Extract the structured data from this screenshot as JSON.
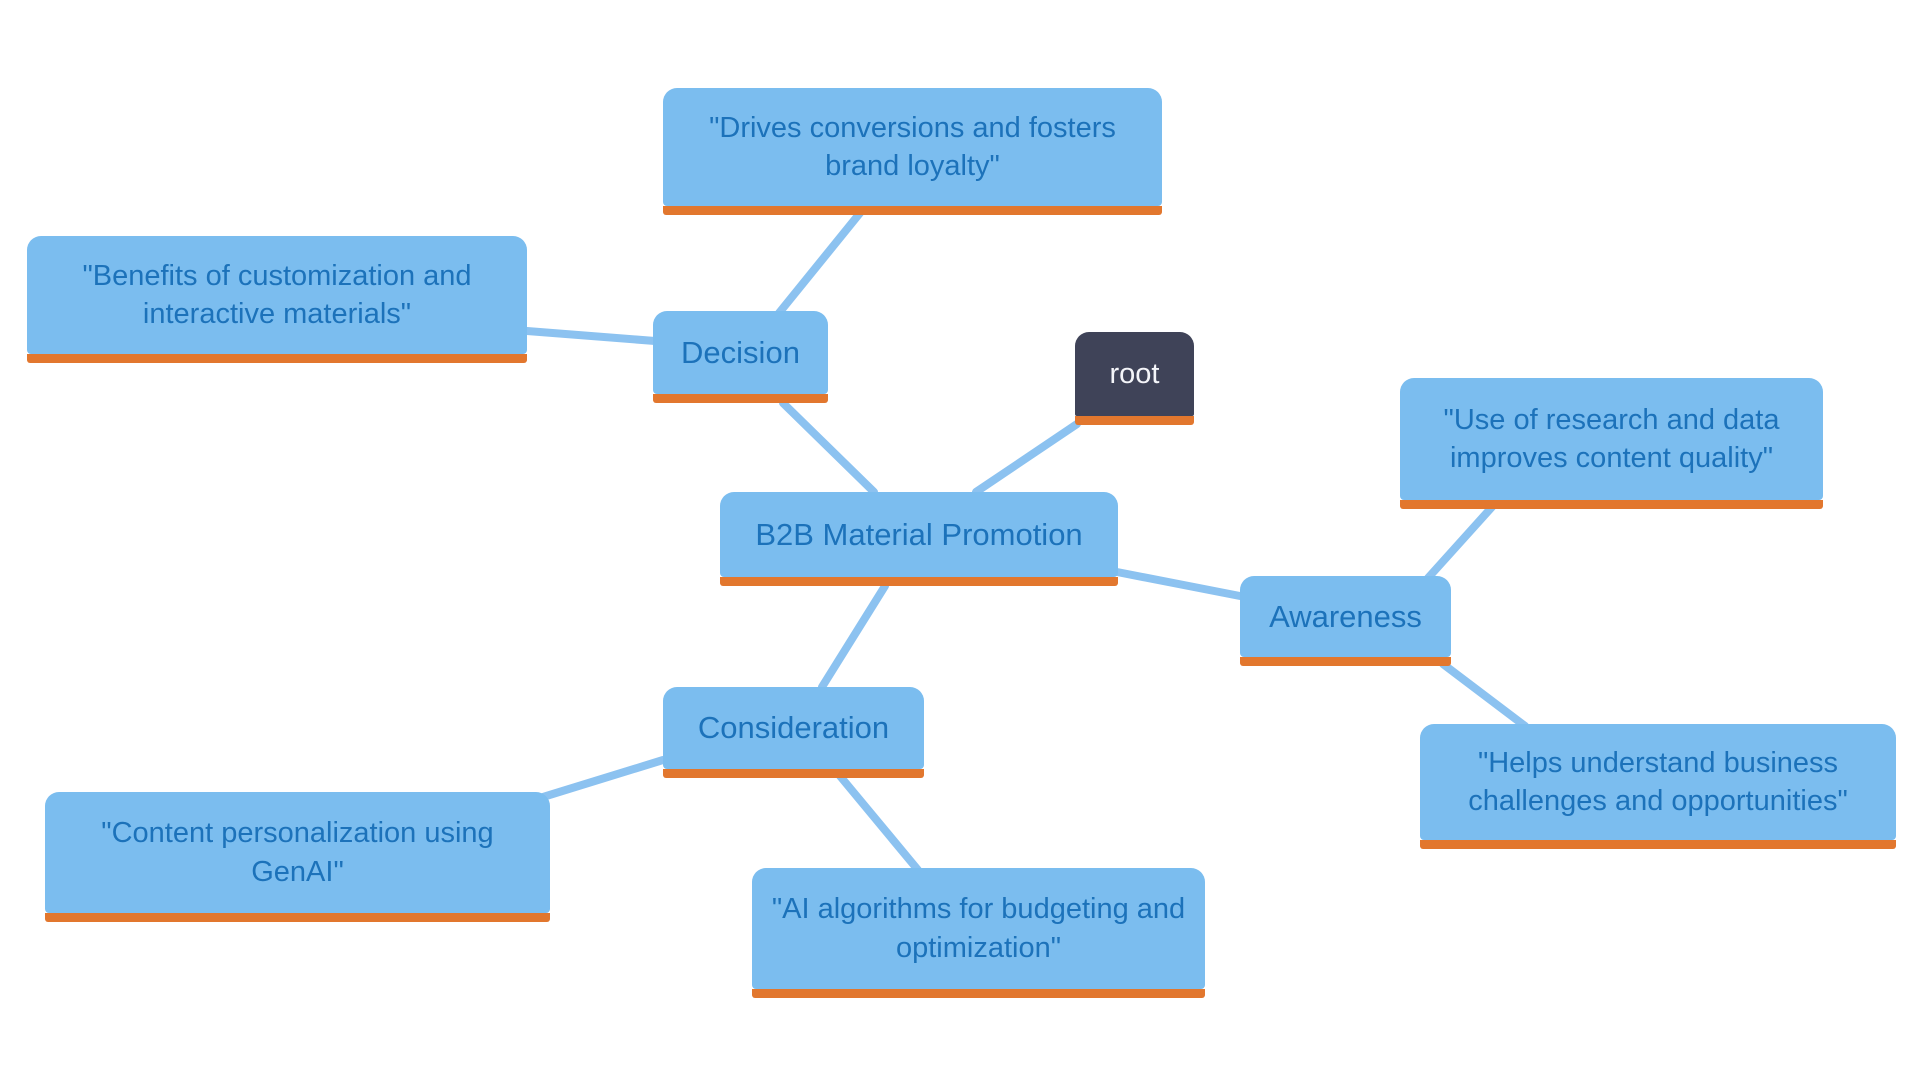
{
  "diagram": {
    "type": "mindmap",
    "background": "#ffffff",
    "colors": {
      "node_fill": "#7BBDEF",
      "node_text": "#1C72BA",
      "node_underline": "#E2772E",
      "root_fill": "#3F4358",
      "root_text": "#F4F5F9",
      "edge": "#8CC2F0"
    },
    "nodes": [
      {
        "id": "root",
        "label": "root",
        "type": "root"
      },
      {
        "id": "b2b",
        "label": "B2B Material Promotion",
        "type": "branch"
      },
      {
        "id": "decision",
        "label": "Decision",
        "type": "branch"
      },
      {
        "id": "awareness",
        "label": "Awareness",
        "type": "branch"
      },
      {
        "id": "consideration",
        "label": "Consideration",
        "type": "branch"
      },
      {
        "id": "drives",
        "label": "\"Drives conversions and fosters brand loyalty\"",
        "type": "leaf"
      },
      {
        "id": "benefits",
        "label": "\"Benefits of customization and interactive materials\"",
        "type": "leaf"
      },
      {
        "id": "research",
        "label": "\"Use of research and data improves content quality\"",
        "type": "leaf"
      },
      {
        "id": "helps",
        "label": "\"Helps understand business challenges and opportunities\"",
        "type": "leaf"
      },
      {
        "id": "content",
        "label": "\"Content personalization using GenAI\"",
        "type": "leaf"
      },
      {
        "id": "ai",
        "label": "\"AI algorithms for budgeting and optimization\"",
        "type": "leaf"
      }
    ],
    "edges": [
      {
        "from": "root",
        "to": "b2b"
      },
      {
        "from": "b2b",
        "to": "decision"
      },
      {
        "from": "b2b",
        "to": "awareness"
      },
      {
        "from": "b2b",
        "to": "consideration"
      },
      {
        "from": "decision",
        "to": "drives"
      },
      {
        "from": "decision",
        "to": "benefits"
      },
      {
        "from": "awareness",
        "to": "research"
      },
      {
        "from": "awareness",
        "to": "helps"
      },
      {
        "from": "consideration",
        "to": "content"
      },
      {
        "from": "consideration",
        "to": "ai"
      }
    ]
  }
}
